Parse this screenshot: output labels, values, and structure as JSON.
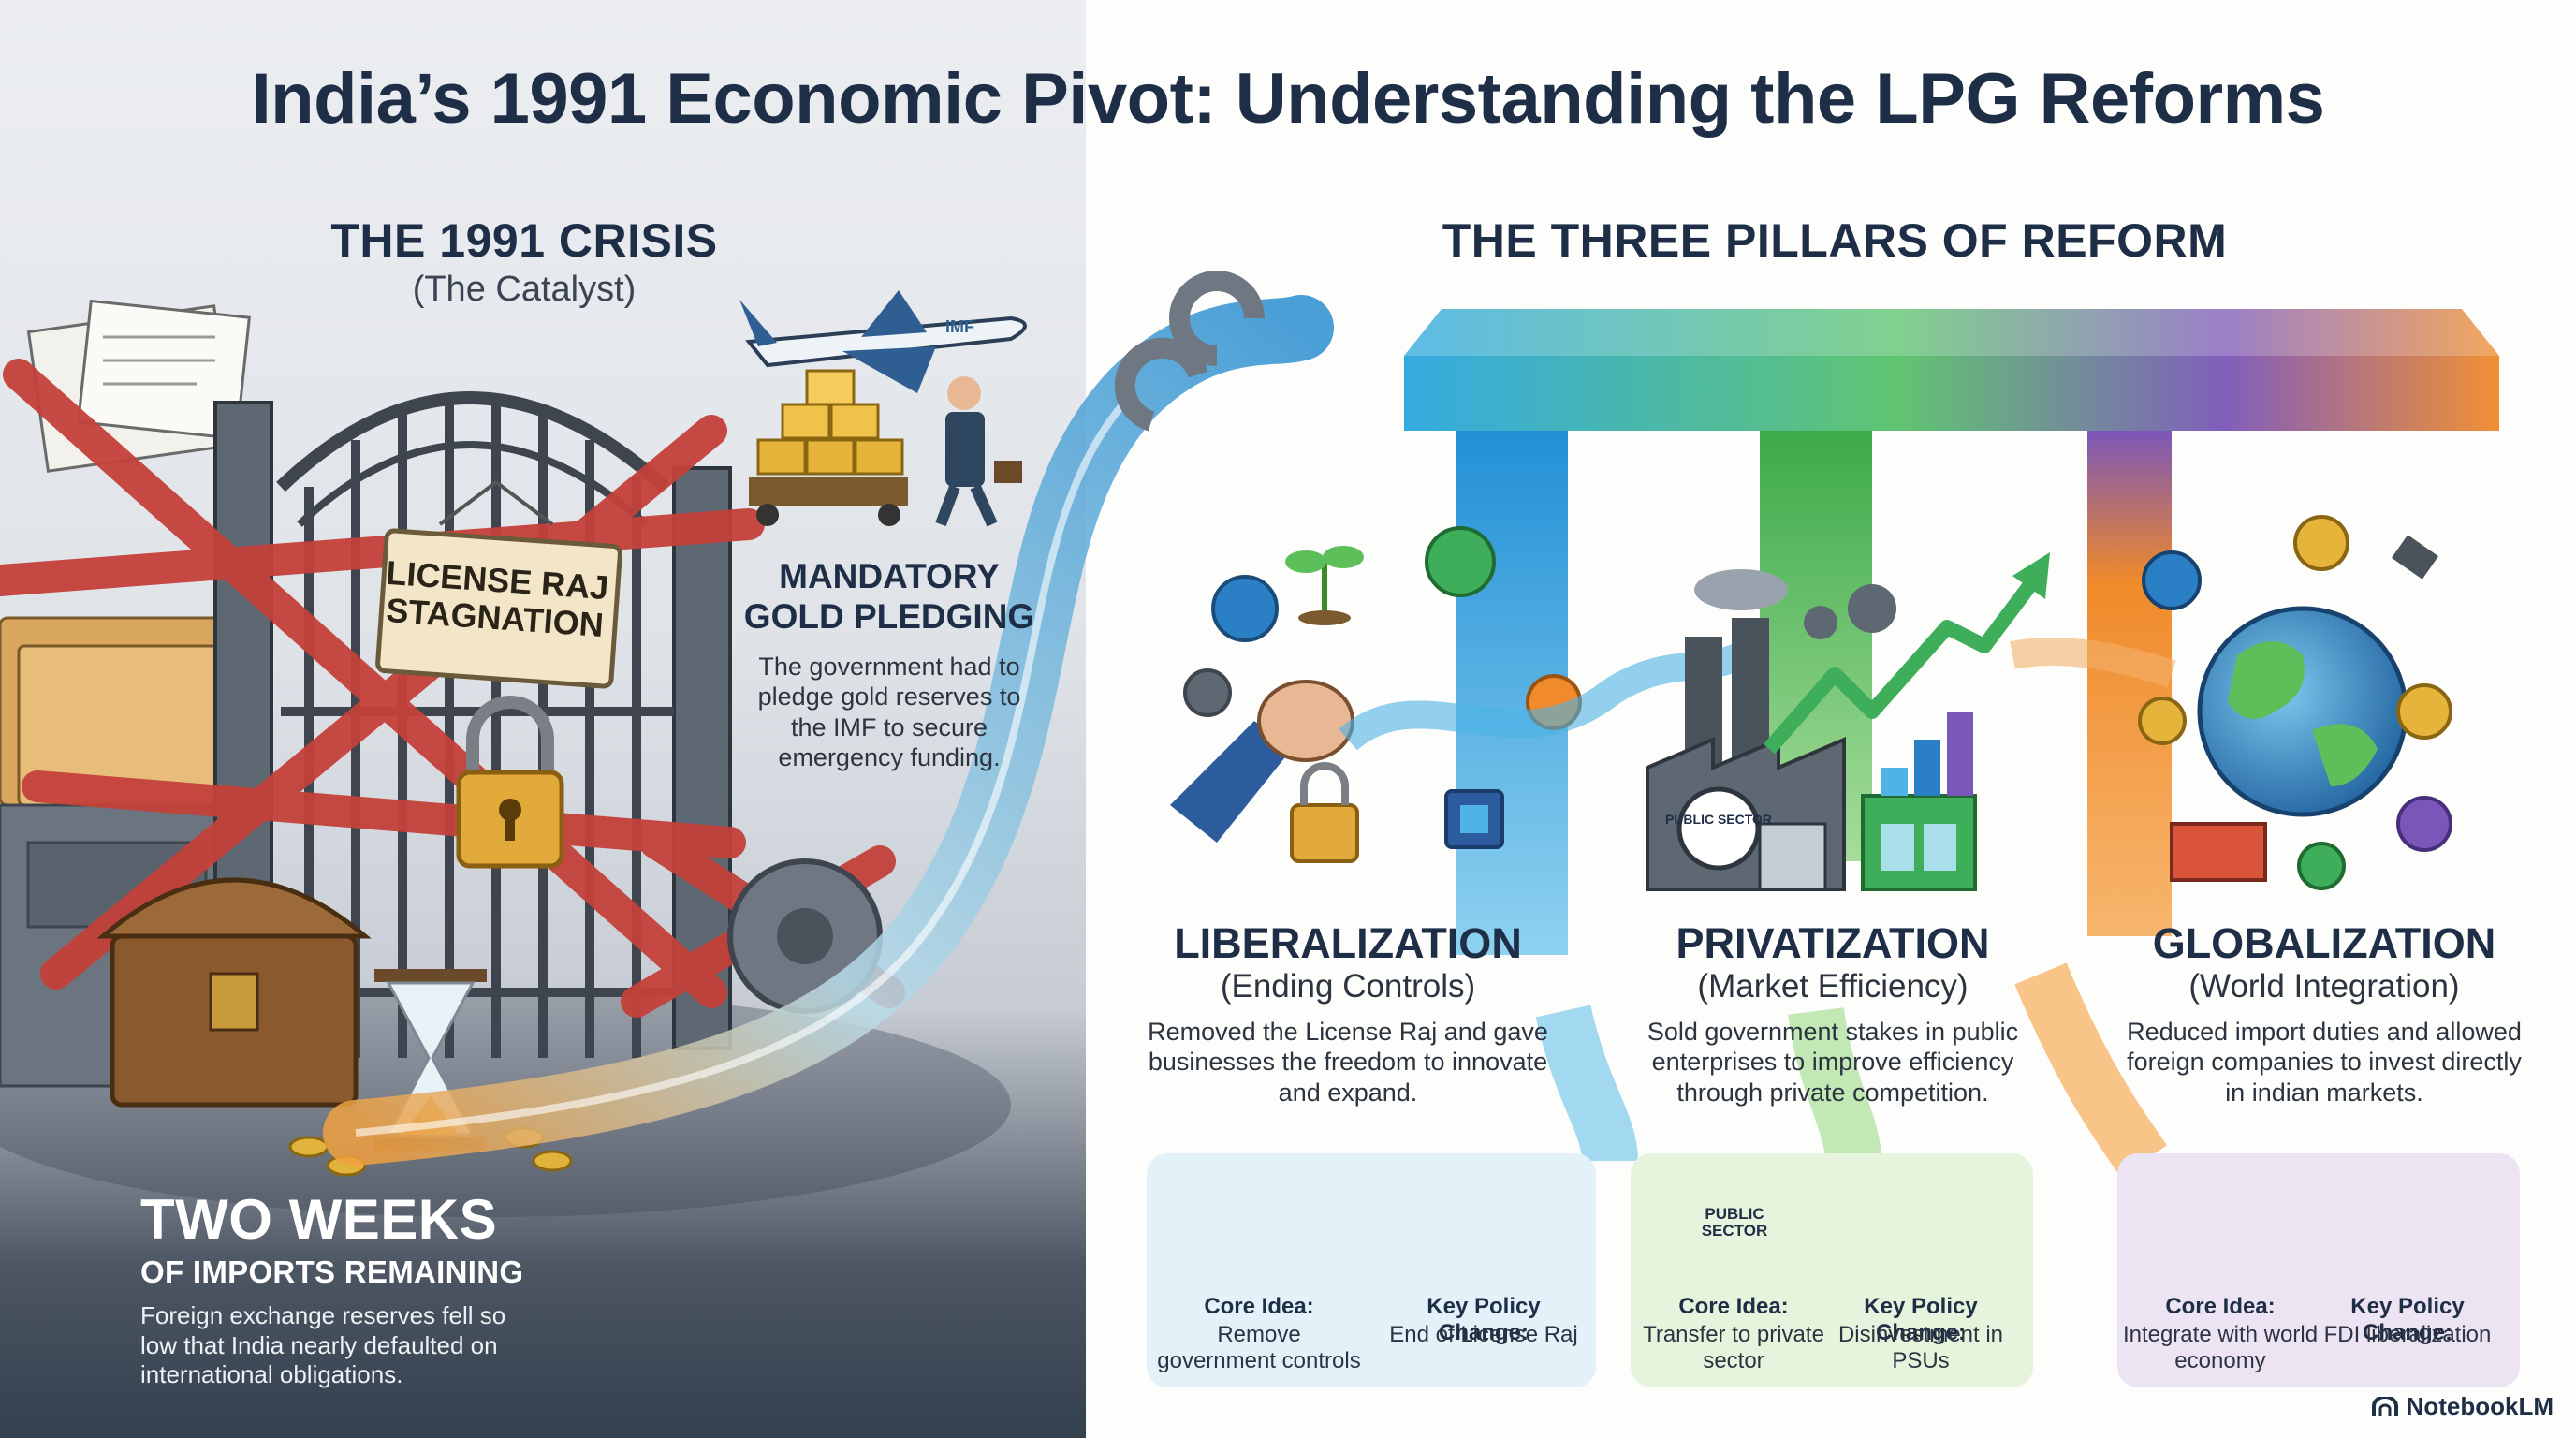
{
  "title": "India’s 1991 Economic Pivot: Understanding the LPG Reforms",
  "crisis": {
    "heading": "THE 1991 CRISIS",
    "subheading": "(The Catalyst)",
    "gate_sign": "LICENSE RAJ STAGNATION",
    "imf_label": "IMF",
    "gold_heading": "MANDATORY GOLD PLEDGING",
    "gold_text": "The government had to pledge gold reserves to the IMF to secure emergency funding.",
    "weeks_heading": "TWO WEEKS",
    "weeks_subheading": "OF IMPORTS REMAINING",
    "weeks_text": "Foreign exchange reserves fell so low that India nearly defaulted on international obligations."
  },
  "reform": {
    "heading": "THE THREE PILLARS OF REFORM",
    "factory_label": "PUBLIC SECTOR",
    "pillars": [
      {
        "name": "LIBERALIZATION",
        "sub": "(Ending Controls)",
        "desc": "Removed the License Raj and gave businesses the freedom to innovate and expand.",
        "core_label": "Core Idea:",
        "core_text": "Remove government controls",
        "policy_label": "Key Policy Change:",
        "policy_text": "End of License Raj",
        "color": "#2b9fd8",
        "card_bg": "#e3f2f9"
      },
      {
        "name": "PRIVATIZATION",
        "sub": "(Market Efficiency)",
        "desc": "Sold government stakes in public enterprises to improve efficiency through private competition.",
        "core_label": "Core Idea:",
        "core_text": "Transfer to private sector",
        "policy_label": "Key Policy Change:",
        "policy_text": "Disinvestment in PSUs",
        "badge": "PUBLIC SECTOR",
        "color": "#5cbf5a",
        "card_bg": "#e6f3dd"
      },
      {
        "name": "GLOBALIZATION",
        "sub": "(World Integration)",
        "desc": "Reduced import duties and allowed foreign companies to invest directly in indian markets.",
        "core_label": "Core Idea:",
        "core_text": "Integrate with world economy",
        "policy_label": "Key Policy Change:",
        "policy_text": "FDI liberalization",
        "color": "#f08a2a",
        "card_bg": "#ece4f3"
      }
    ]
  },
  "brand": "NotebookLM",
  "icons": [
    "chain-icon",
    "padlock-icon",
    "gear-icon",
    "gold-bars-icon",
    "airplane-icon",
    "globe-icon",
    "factory-icon",
    "government-building-icon",
    "sprout-hand-icon",
    "growth-chart-icon",
    "globe-arrow-icon",
    "notebooklm-logo-icon"
  ]
}
